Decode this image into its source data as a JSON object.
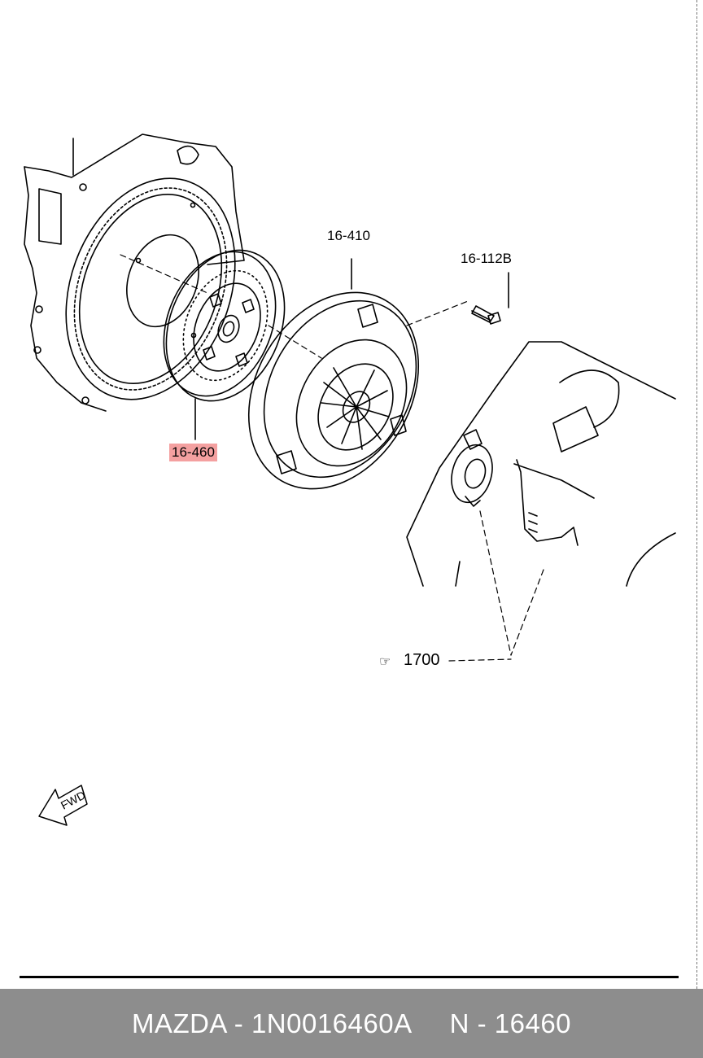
{
  "callouts": {
    "clutch_disc": "16-460",
    "clutch_cover": "16-410",
    "bolt": "16-112B",
    "release_group": "1700",
    "release_group_ref_symbol": "☞"
  },
  "fwd_marker": "FWD",
  "footer": {
    "part_label": "MAZDA - 1N0016460A",
    "ref_label": "N - 16460"
  },
  "colors": {
    "highlight": "#f4a0a0",
    "footer_bg": "#8d8d8d",
    "footer_text": "#ffffff"
  }
}
